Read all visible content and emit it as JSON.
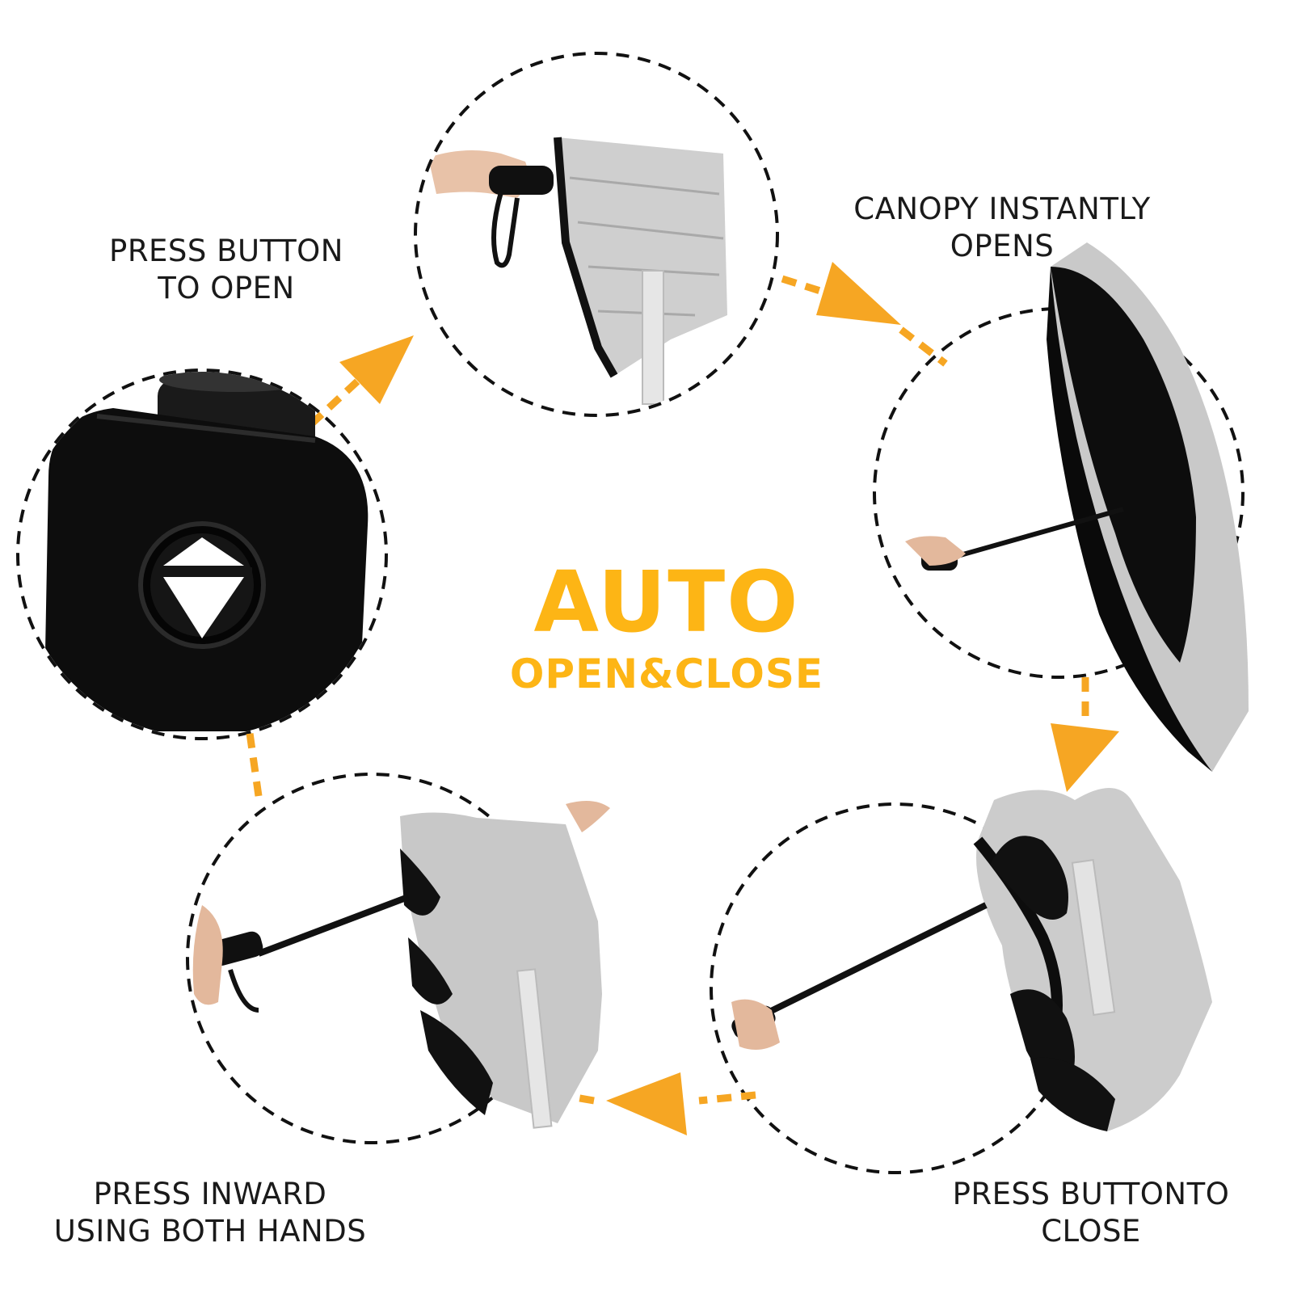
{
  "headline": {
    "main": "AUTO",
    "sub": "OPEN&CLOSE"
  },
  "steps": {
    "press_to_open": {
      "line1": "PRESS BUTTON",
      "line2": "TO OPEN"
    },
    "canopy_opens": {
      "line1": "CANOPY INSTANTLY",
      "line2": "OPENS"
    },
    "press_to_close": {
      "line1": "PRESS BUTTONTO",
      "line2": "CLOSE"
    },
    "press_inward": {
      "line1": "PRESS INWARD",
      "line2": "USING BOTH HANDS"
    }
  },
  "colors": {
    "accent": "#FDB515",
    "arrow": "#F6A623",
    "text": "#1a1a1a",
    "canopy_silver": "#c8c8c8",
    "handle_black": "#111111"
  },
  "icons": [
    "handle-button-icon",
    "closed-umbrella-icon",
    "open-umbrella-icon",
    "closing-umbrella-icon",
    "folding-umbrella-icon",
    "flow-arrow-icon"
  ]
}
